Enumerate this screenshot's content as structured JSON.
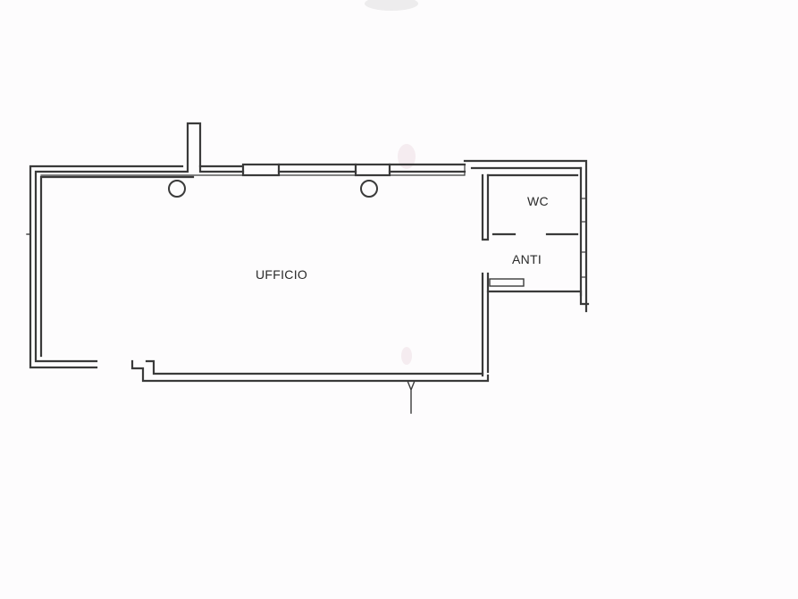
{
  "plan": {
    "colors": {
      "wall": "#3a3a3a",
      "background": "#fdfcfd",
      "smudge": "#e8d9de"
    },
    "rooms": [
      {
        "id": "ufficio",
        "label": "UFFICIO"
      },
      {
        "id": "wc",
        "label": "WC"
      },
      {
        "id": "anti",
        "label": "ANTI"
      }
    ]
  }
}
